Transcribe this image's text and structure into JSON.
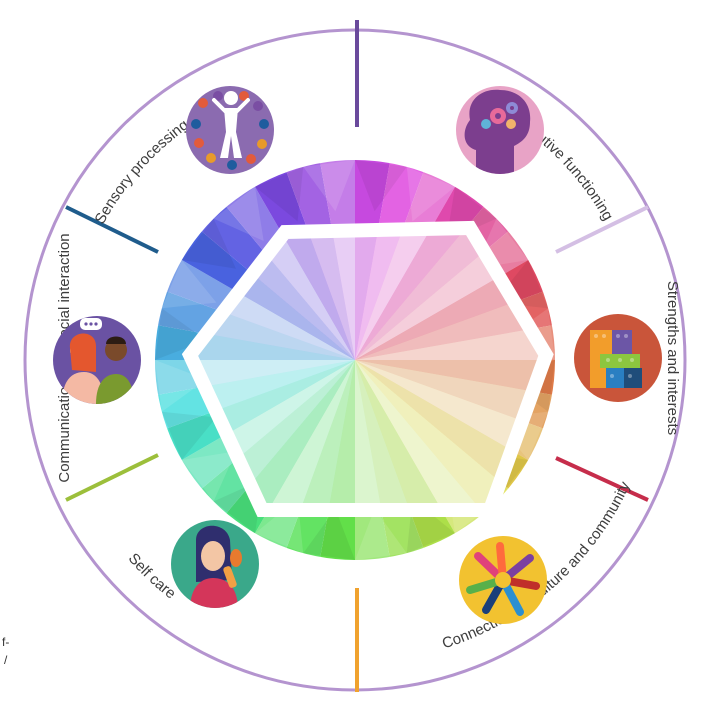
{
  "domains": [
    {
      "id": "sensory",
      "label": "Sensory processing",
      "color": "#7b5aa6"
    },
    {
      "id": "executive",
      "label": "Executive functioning",
      "color": "#d9c3e6"
    },
    {
      "id": "strengths",
      "label": "Strengths and interests",
      "color": "#c62d4b"
    },
    {
      "id": "culture",
      "label": "Connections to culture and community",
      "color": "#f0a22e"
    },
    {
      "id": "selfcare",
      "label": "Self care",
      "color": "#9cbf3b"
    },
    {
      "id": "communication",
      "label": "Communication and social interaction",
      "color": "#1f5c8c"
    }
  ],
  "edge_fragment": {
    "line1": "f-",
    "line2": "/"
  },
  "icons": [
    "meditation-icon",
    "brain-gears-icon",
    "building-blocks-icon",
    "hands-circle-icon",
    "hair-brushing-icon",
    "conversation-icon"
  ]
}
